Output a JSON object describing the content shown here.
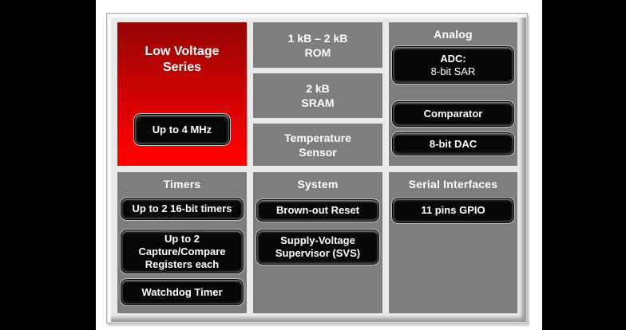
{
  "low_voltage": {
    "title": "Low Voltage\nSeries",
    "speed_button": "Up to 4 MHz"
  },
  "memory": {
    "rom": "1 kB – 2 kB\nROM",
    "sram": "2 kB\nSRAM",
    "temp_sensor": "Temperature\nSensor"
  },
  "analog": {
    "title": "Analog",
    "adc_title": "ADC:",
    "adc_subtitle": "8-bit SAR",
    "comparator": "Comparator",
    "dac": "8-bit DAC"
  },
  "timers": {
    "title": "Timers",
    "btn_16bit": "Up to 2 16-bit timers",
    "btn_capture": "Up to 2\nCapture/Compare\nRegisters each",
    "btn_watchdog": "Watchdog Timer"
  },
  "system": {
    "title": "System",
    "btn_brownout": "Brown-out Reset",
    "btn_svs": "Supply-Voltage\nSupervisor (SVS)"
  },
  "serial": {
    "title": "Serial Interfaces",
    "btn_gpio": "11 pins GPIO"
  },
  "colors": {
    "red_top": "#960404",
    "red_bottom": "#fe0000",
    "panel_gray": "#7e7e7e",
    "frame_background": "#e9e9e9",
    "button_black": "#070707",
    "canvas_black": "#000000",
    "slide_white": "#ffffff"
  }
}
